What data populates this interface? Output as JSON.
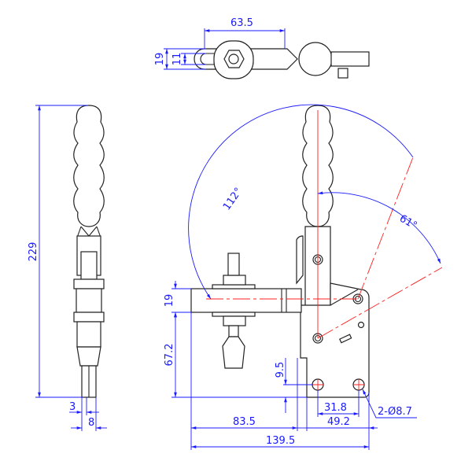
{
  "dimensions": {
    "top_length": "63.5",
    "top_width_outer": "19",
    "top_width_inner": "11",
    "overall_height": "229",
    "handle_angle": "112°",
    "arm_angle": "61°",
    "arm_thickness": "19",
    "arm_height": "67.2",
    "base_offset": "9.5",
    "hole_spacing": "31.8",
    "base_width": "49.2",
    "hole_spec": "2-Ø8.7",
    "arm_reach": "83.5",
    "overall_length": "139.5",
    "side_small_1": "3",
    "side_small_2": "8"
  },
  "colors": {
    "dimension": "#1a1aff",
    "centerline": "#ff2020",
    "outline": "#222222"
  }
}
